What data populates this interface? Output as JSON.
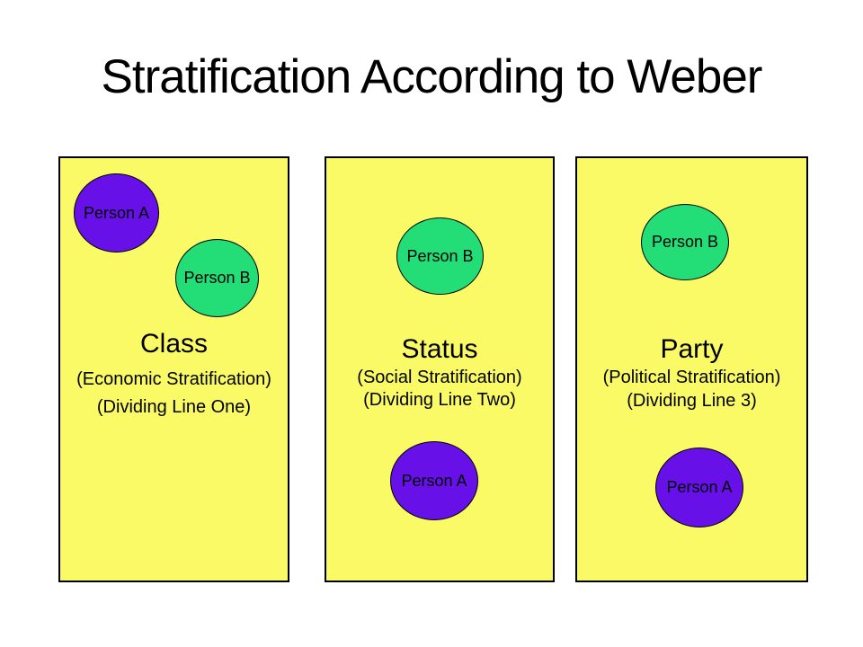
{
  "slide_title": "Stratification According to Weber",
  "colors": {
    "page_background": "#FFFFFF",
    "panel_background": "#FAFA66",
    "person_a_fill": "#6810E8",
    "person_b_fill": "#23DD76",
    "outline": "#000000",
    "text": "#000000"
  },
  "panels": [
    {
      "heading": "Class",
      "subtitle_1": "(Economic Stratification)",
      "subtitle_2": "(Dividing Line One)",
      "circles": [
        {
          "label": "Person A",
          "color": "#6810E8"
        },
        {
          "label": "Person B",
          "color": "#23DD76"
        }
      ]
    },
    {
      "heading": "Status",
      "subtitle_1": "(Social Stratification)",
      "subtitle_2": "(Dividing Line Two)",
      "circles": [
        {
          "label": "Person B",
          "color": "#23DD76"
        },
        {
          "label": "Person A",
          "color": "#6810E8"
        }
      ]
    },
    {
      "heading": "Party",
      "subtitle_1": "(Political Stratification)",
      "subtitle_2": "(Dividing Line 3)",
      "circles": [
        {
          "label": "Person B",
          "color": "#23DD76"
        },
        {
          "label": "Person A",
          "color": "#6810E8"
        }
      ]
    }
  ]
}
